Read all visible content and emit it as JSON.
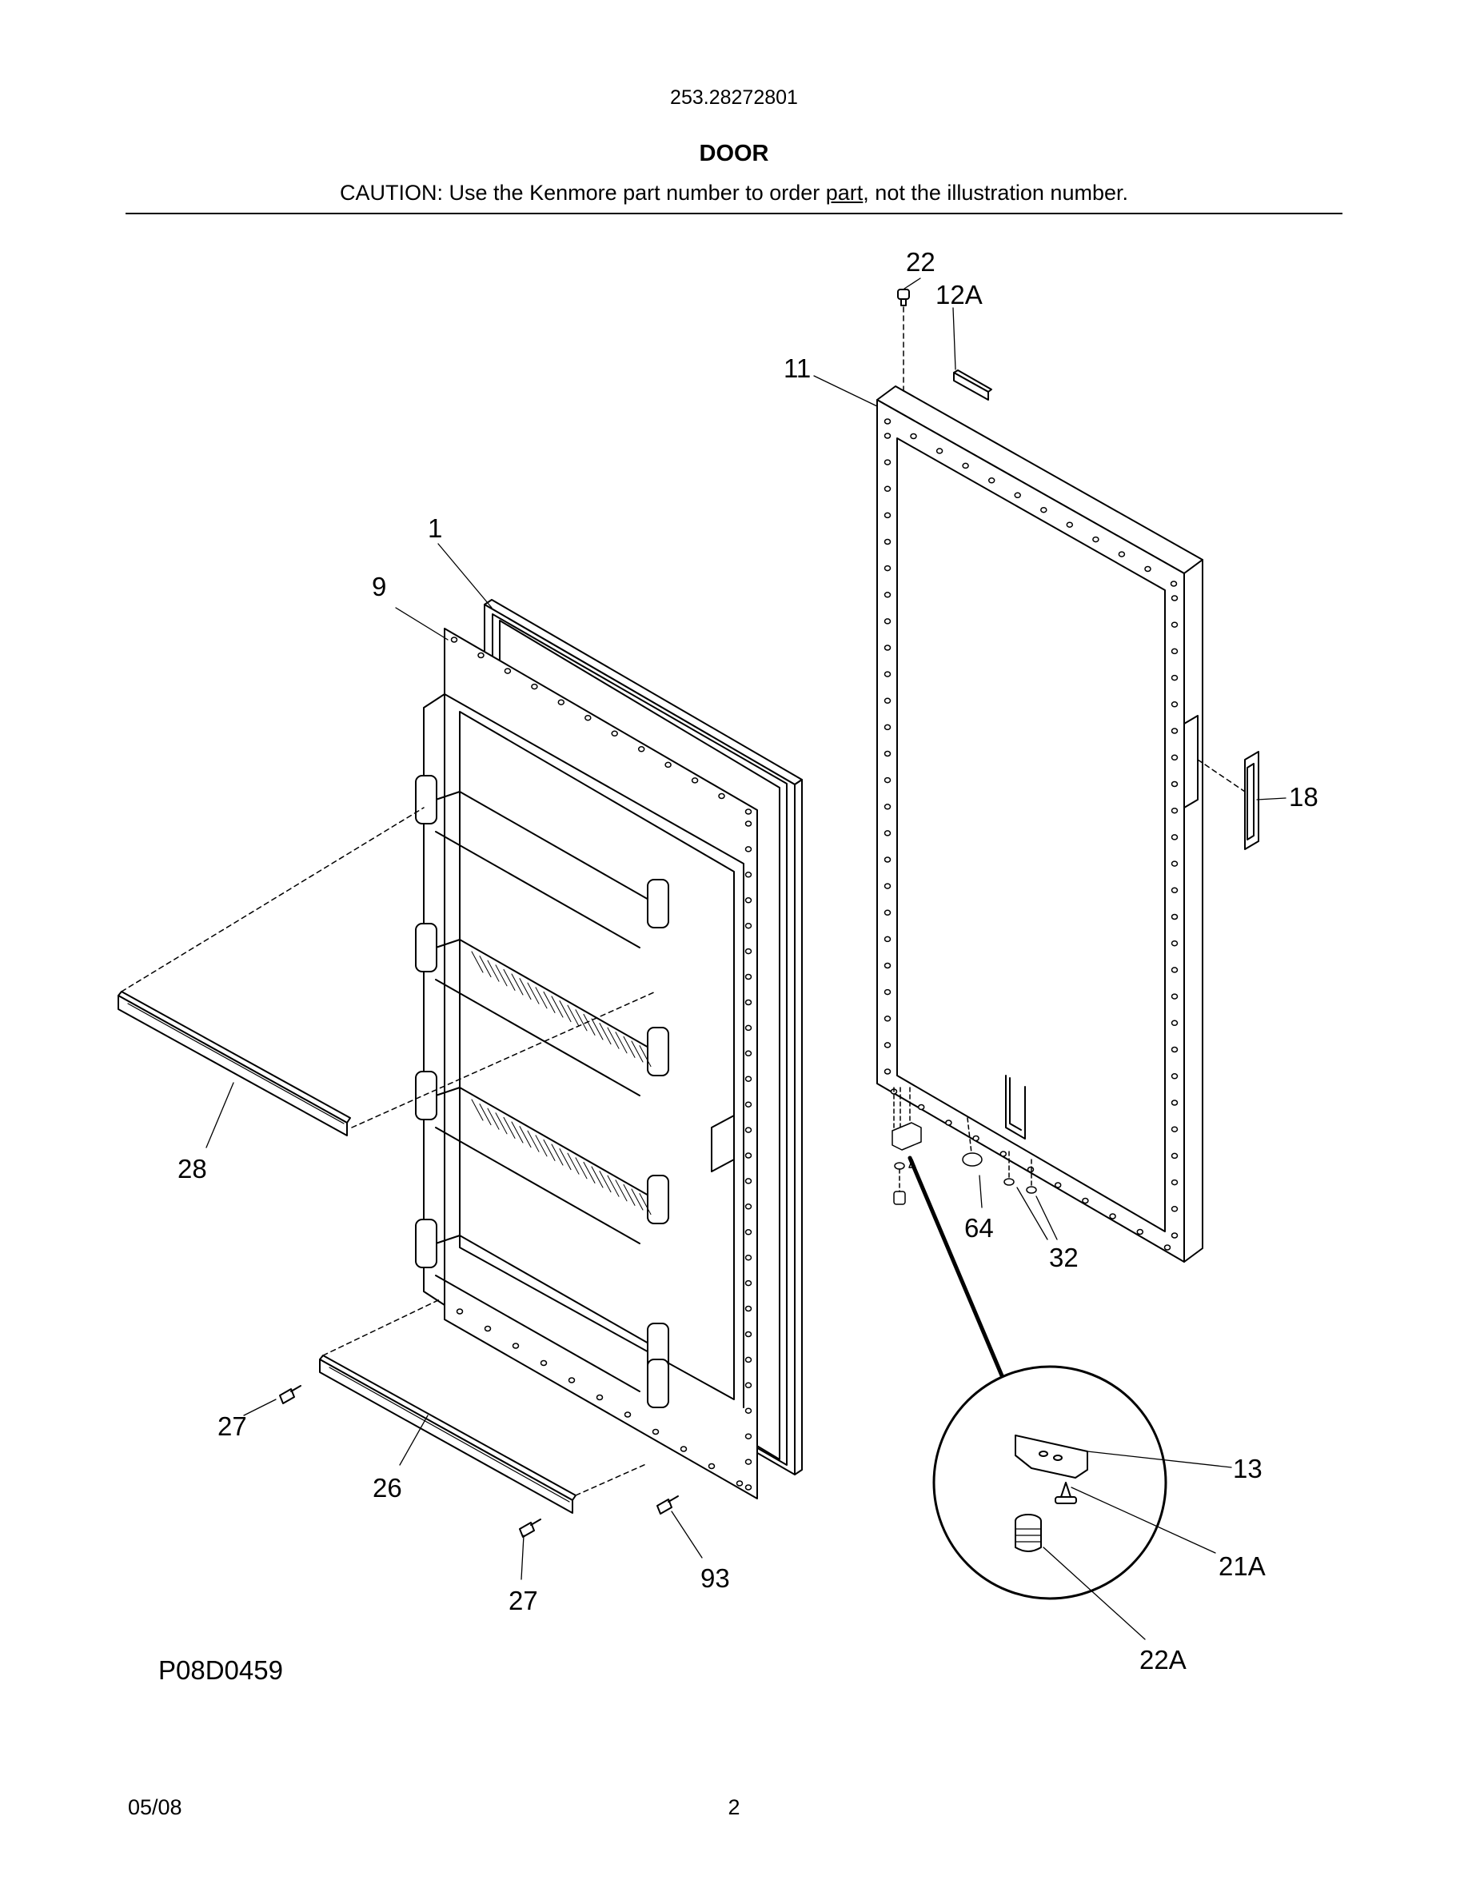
{
  "header": {
    "model": "253.28272801",
    "title": "DOOR",
    "caution_prefix": "CAUTION: Use the Kenmore part number to order ",
    "caution_link": "part",
    "caution_suffix": ", not the illustration number."
  },
  "diagram": {
    "code": "P08D0459",
    "callouts": {
      "c1": "1",
      "c9": "9",
      "c11": "11",
      "c12a": "12A",
      "c13": "13",
      "c18": "18",
      "c21a": "21A",
      "c22": "22",
      "c22a": "22A",
      "c26": "26",
      "c27a": "27",
      "c27b": "27",
      "c28": "28",
      "c32": "32",
      "c64": "64",
      "c93": "93"
    }
  },
  "footer": {
    "date": "05/08",
    "page": "2"
  }
}
